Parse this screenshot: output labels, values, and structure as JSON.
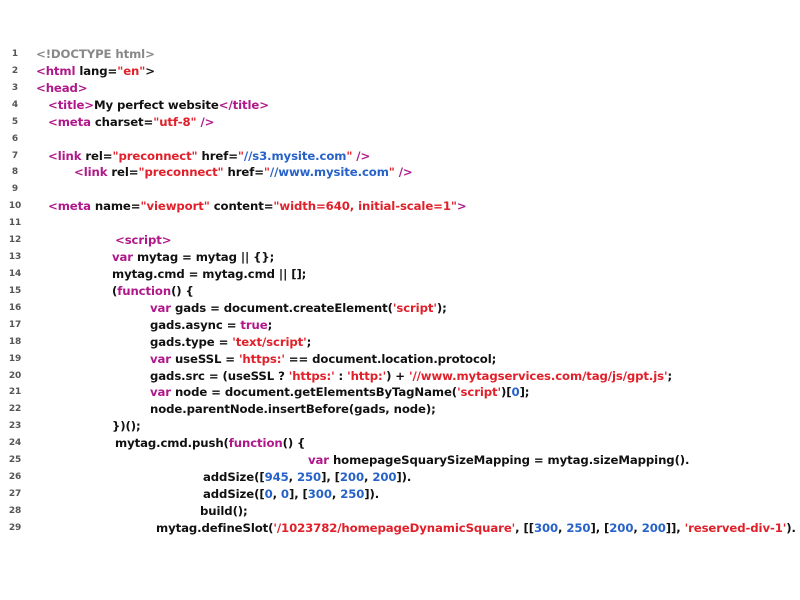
{
  "colors": {
    "plain": "#111111",
    "keyword": "#b0188a",
    "string": "#e0202a",
    "url": "#2662c8",
    "number": "#2662c8",
    "doctype": "#888888",
    "line_number": "#555555"
  },
  "lines": [
    {
      "n": "1",
      "indent": 36,
      "tokens": [
        {
          "t": "<!DOCTYPE html>",
          "c": "doctype"
        }
      ]
    },
    {
      "n": "2",
      "indent": 36,
      "tokens": [
        {
          "t": "<html",
          "c": "keyword"
        },
        {
          "t": " lang=",
          "c": "plain"
        },
        {
          "t": "\"en\"",
          "c": "string"
        },
        {
          "t": ">",
          "c": "plain"
        }
      ]
    },
    {
      "n": "3",
      "indent": 36,
      "tokens": [
        {
          "t": "<head>",
          "c": "keyword"
        }
      ]
    },
    {
      "n": "4",
      "indent": 48,
      "tokens": [
        {
          "t": "<title>",
          "c": "keyword"
        },
        {
          "t": "My perfect website",
          "c": "plain"
        },
        {
          "t": "</title>",
          "c": "keyword"
        }
      ]
    },
    {
      "n": "5",
      "indent": 48,
      "tokens": [
        {
          "t": "<meta",
          "c": "keyword"
        },
        {
          "t": " charset=",
          "c": "plain"
        },
        {
          "t": "\"utf-8\"",
          "c": "string"
        },
        {
          "t": " />",
          "c": "keyword"
        }
      ]
    },
    {
      "n": "6",
      "indent": 36,
      "tokens": []
    },
    {
      "n": "7",
      "indent": 48,
      "tokens": [
        {
          "t": "<link",
          "c": "keyword"
        },
        {
          "t": " rel=",
          "c": "plain"
        },
        {
          "t": "\"preconnect\"",
          "c": "string"
        },
        {
          "t": " href=",
          "c": "plain"
        },
        {
          "t": "\"",
          "c": "string"
        },
        {
          "t": "//s3.mysite.com",
          "c": "url"
        },
        {
          "t": "\"",
          "c": "string"
        },
        {
          "t": " />",
          "c": "keyword"
        }
      ]
    },
    {
      "n": "8",
      "indent": 74,
      "tokens": [
        {
          "t": "<link",
          "c": "keyword"
        },
        {
          "t": " rel=",
          "c": "plain"
        },
        {
          "t": "\"preconnect\"",
          "c": "string"
        },
        {
          "t": " href=",
          "c": "plain"
        },
        {
          "t": "\"",
          "c": "string"
        },
        {
          "t": "//www.mysite.com",
          "c": "url"
        },
        {
          "t": "\"",
          "c": "string"
        },
        {
          "t": " />",
          "c": "keyword"
        }
      ]
    },
    {
      "n": "9",
      "indent": 36,
      "tokens": []
    },
    {
      "n": "10",
      "indent": 48,
      "tokens": [
        {
          "t": "<meta",
          "c": "keyword"
        },
        {
          "t": " name=",
          "c": "plain"
        },
        {
          "t": "\"viewport\"",
          "c": "string"
        },
        {
          "t": " content=",
          "c": "plain"
        },
        {
          "t": "\"width=640, initial-scale=1\"",
          "c": "string"
        },
        {
          "t": ">",
          "c": "keyword"
        }
      ]
    },
    {
      "n": "11",
      "indent": 36,
      "tokens": []
    },
    {
      "n": "12",
      "indent": 115,
      "tokens": [
        {
          "t": "<script>",
          "c": "keyword"
        }
      ]
    },
    {
      "n": "13",
      "indent": 112,
      "tokens": [
        {
          "t": "var",
          "c": "keyword"
        },
        {
          "t": " mytag = mytag || {};",
          "c": "plain"
        }
      ]
    },
    {
      "n": "14",
      "indent": 112,
      "tokens": [
        {
          "t": "mytag.cmd = mytag.cmd || [];",
          "c": "plain"
        }
      ]
    },
    {
      "n": "15",
      "indent": 112,
      "tokens": [
        {
          "t": "(",
          "c": "plain"
        },
        {
          "t": "function",
          "c": "keyword"
        },
        {
          "t": "() {",
          "c": "plain"
        }
      ]
    },
    {
      "n": "16",
      "indent": 150,
      "tokens": [
        {
          "t": "var",
          "c": "keyword"
        },
        {
          "t": " gads = document.createElement(",
          "c": "plain"
        },
        {
          "t": "'script'",
          "c": "string"
        },
        {
          "t": ");",
          "c": "plain"
        }
      ]
    },
    {
      "n": "17",
      "indent": 150,
      "tokens": [
        {
          "t": "gads.async = ",
          "c": "plain"
        },
        {
          "t": "true",
          "c": "keyword"
        },
        {
          "t": ";",
          "c": "plain"
        }
      ]
    },
    {
      "n": "18",
      "indent": 150,
      "tokens": [
        {
          "t": "gads.type = ",
          "c": "plain"
        },
        {
          "t": "'text/script'",
          "c": "string"
        },
        {
          "t": ";",
          "c": "plain"
        }
      ]
    },
    {
      "n": "19",
      "indent": 150,
      "tokens": [
        {
          "t": "var",
          "c": "keyword"
        },
        {
          "t": " useSSL = ",
          "c": "plain"
        },
        {
          "t": "'https:'",
          "c": "string"
        },
        {
          "t": " == document.location.protocol;",
          "c": "plain"
        }
      ]
    },
    {
      "n": "20",
      "indent": 150,
      "tokens": [
        {
          "t": "gads.src = (useSSL ? ",
          "c": "plain"
        },
        {
          "t": "'https:'",
          "c": "string"
        },
        {
          "t": " : ",
          "c": "plain"
        },
        {
          "t": "'http:'",
          "c": "string"
        },
        {
          "t": ") + ",
          "c": "plain"
        },
        {
          "t": "'//www.mytagservices.com/tag/js/gpt.js'",
          "c": "string"
        },
        {
          "t": ";",
          "c": "plain"
        }
      ]
    },
    {
      "n": "21",
      "indent": 150,
      "tokens": [
        {
          "t": "var",
          "c": "keyword"
        },
        {
          "t": " node = document.getElementsByTagName(",
          "c": "plain"
        },
        {
          "t": "'script'",
          "c": "string"
        },
        {
          "t": ")[",
          "c": "plain"
        },
        {
          "t": "0",
          "c": "number"
        },
        {
          "t": "];",
          "c": "plain"
        }
      ]
    },
    {
      "n": "22",
      "indent": 150,
      "tokens": [
        {
          "t": "node.parentNode.insertBefore(gads, node);",
          "c": "plain"
        }
      ]
    },
    {
      "n": "23",
      "indent": 112,
      "tokens": [
        {
          "t": "})();",
          "c": "plain"
        }
      ]
    },
    {
      "n": "24",
      "indent": 115,
      "tokens": [
        {
          "t": "mytag.cmd.push(",
          "c": "plain"
        },
        {
          "t": "function",
          "c": "keyword"
        },
        {
          "t": "() {",
          "c": "plain"
        }
      ]
    },
    {
      "n": "25",
      "indent": 308,
      "tokens": [
        {
          "t": "var",
          "c": "keyword"
        },
        {
          "t": " homepageSquarySizeMapping = mytag.sizeMapping().",
          "c": "plain"
        }
      ]
    },
    {
      "n": "26",
      "indent": 203,
      "tokens": [
        {
          "t": "addSize([",
          "c": "plain"
        },
        {
          "t": "945",
          "c": "number"
        },
        {
          "t": ", ",
          "c": "plain"
        },
        {
          "t": "250",
          "c": "number"
        },
        {
          "t": "], [",
          "c": "plain"
        },
        {
          "t": "200",
          "c": "number"
        },
        {
          "t": ", ",
          "c": "plain"
        },
        {
          "t": "200",
          "c": "number"
        },
        {
          "t": "]).",
          "c": "plain"
        }
      ]
    },
    {
      "n": "27",
      "indent": 203,
      "tokens": [
        {
          "t": "addSize([",
          "c": "plain"
        },
        {
          "t": "0",
          "c": "number"
        },
        {
          "t": ", ",
          "c": "plain"
        },
        {
          "t": "0",
          "c": "number"
        },
        {
          "t": "], [",
          "c": "plain"
        },
        {
          "t": "300",
          "c": "number"
        },
        {
          "t": ", ",
          "c": "plain"
        },
        {
          "t": "250",
          "c": "number"
        },
        {
          "t": "]).",
          "c": "plain"
        }
      ]
    },
    {
      "n": "28",
      "indent": 200,
      "tokens": [
        {
          "t": "build();",
          "c": "plain"
        }
      ]
    },
    {
      "n": "29",
      "indent": 156,
      "tokens": [
        {
          "t": "mytag.defineSlot(",
          "c": "plain"
        },
        {
          "t": "'/1023782/homepageDynamicSquare'",
          "c": "string"
        },
        {
          "t": ", [[",
          "c": "plain"
        },
        {
          "t": "300",
          "c": "number"
        },
        {
          "t": ", ",
          "c": "plain"
        },
        {
          "t": "250",
          "c": "number"
        },
        {
          "t": "], [",
          "c": "plain"
        },
        {
          "t": "200",
          "c": "number"
        },
        {
          "t": ", ",
          "c": "plain"
        },
        {
          "t": "200",
          "c": "number"
        },
        {
          "t": "]], ",
          "c": "plain"
        },
        {
          "t": "'reserved-div-1'",
          "c": "string"
        },
        {
          "t": ").",
          "c": "plain"
        }
      ]
    }
  ]
}
